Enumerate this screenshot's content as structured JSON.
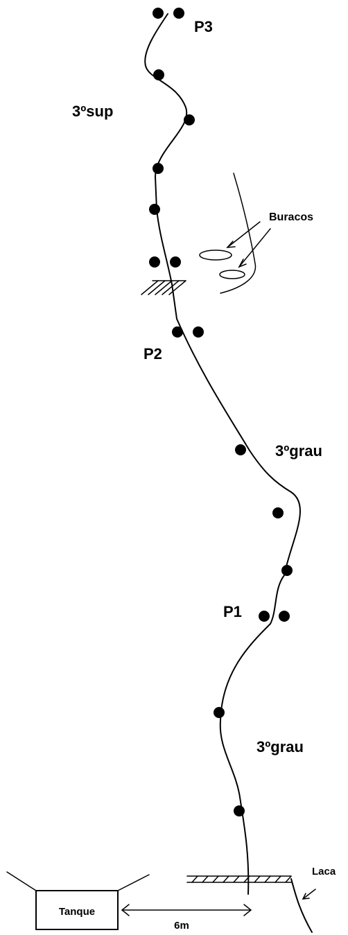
{
  "labels": {
    "p3": "P3",
    "p2": "P2",
    "p1": "P1",
    "grade_top": "3ºsup",
    "grade_mid": "3ºgrau",
    "grade_bottom": "3ºgrau",
    "holes": "Buracos",
    "lake": "Laca",
    "tank": "Tanque",
    "distance": "6m"
  },
  "icons": {
    "bolt": "filled-circle",
    "ledge": "hatched-ledge"
  },
  "colors": {
    "ink": "#000000",
    "background": "#ffffff"
  }
}
